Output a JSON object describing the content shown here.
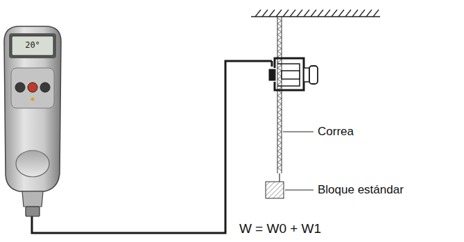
{
  "diagram": {
    "labels": [
      "20°",
      "Correa",
      "Bloque estándar",
      "W = W0 + W1"
    ]
  }
}
